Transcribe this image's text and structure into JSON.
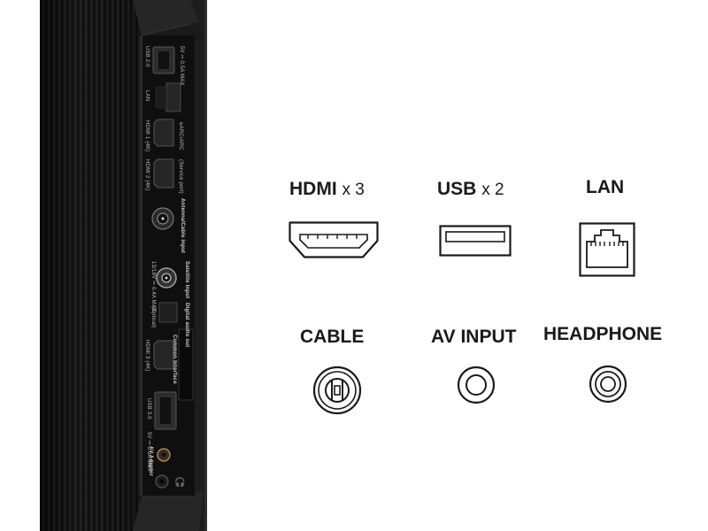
{
  "panel": {
    "labels": {
      "usb1": "USB 2.0",
      "usb1_rating": "5V ⎓ 0.5A MAX",
      "lan": "LAN",
      "hdmi1": "HDMI 1 (4K)",
      "hdmi1_sub": "eARC/ARC",
      "hdmi2": "HDMI 2 (4K)",
      "hdmi2_sub": "(Service port)",
      "antenna": "Antenna/Cable input",
      "satellite": "Satellite input",
      "satellite_rating": "13/18V ⎓ 0.4A MAX",
      "optical": "Digital audio out",
      "optical_sub": "(Optical)",
      "ci": "Common Interface",
      "hdmi3": "HDMI 3 (4K)",
      "usb2": "USB 3.0",
      "usb2_rating": "5V ⎓ 0.9A MAX",
      "av": "AV Adapter"
    }
  },
  "legend": {
    "hdmi": {
      "label": "HDMI",
      "mult": "x 3",
      "icon": "hdmi-port-icon"
    },
    "usb": {
      "label": "USB",
      "mult": "x 2",
      "icon": "usb-port-icon"
    },
    "lan": {
      "label": "LAN",
      "icon": "lan-port-icon"
    },
    "cable": {
      "label": "CABLE",
      "icon": "coax-port-icon"
    },
    "av": {
      "label": "AV INPUT",
      "icon": "av-jack-icon"
    },
    "headphone": {
      "label": "HEADPHONE",
      "icon": "headphone-jack-icon"
    }
  },
  "colors": {
    "panel": "#141414",
    "ink": "#1a1a1a",
    "background": "#ffffff"
  }
}
